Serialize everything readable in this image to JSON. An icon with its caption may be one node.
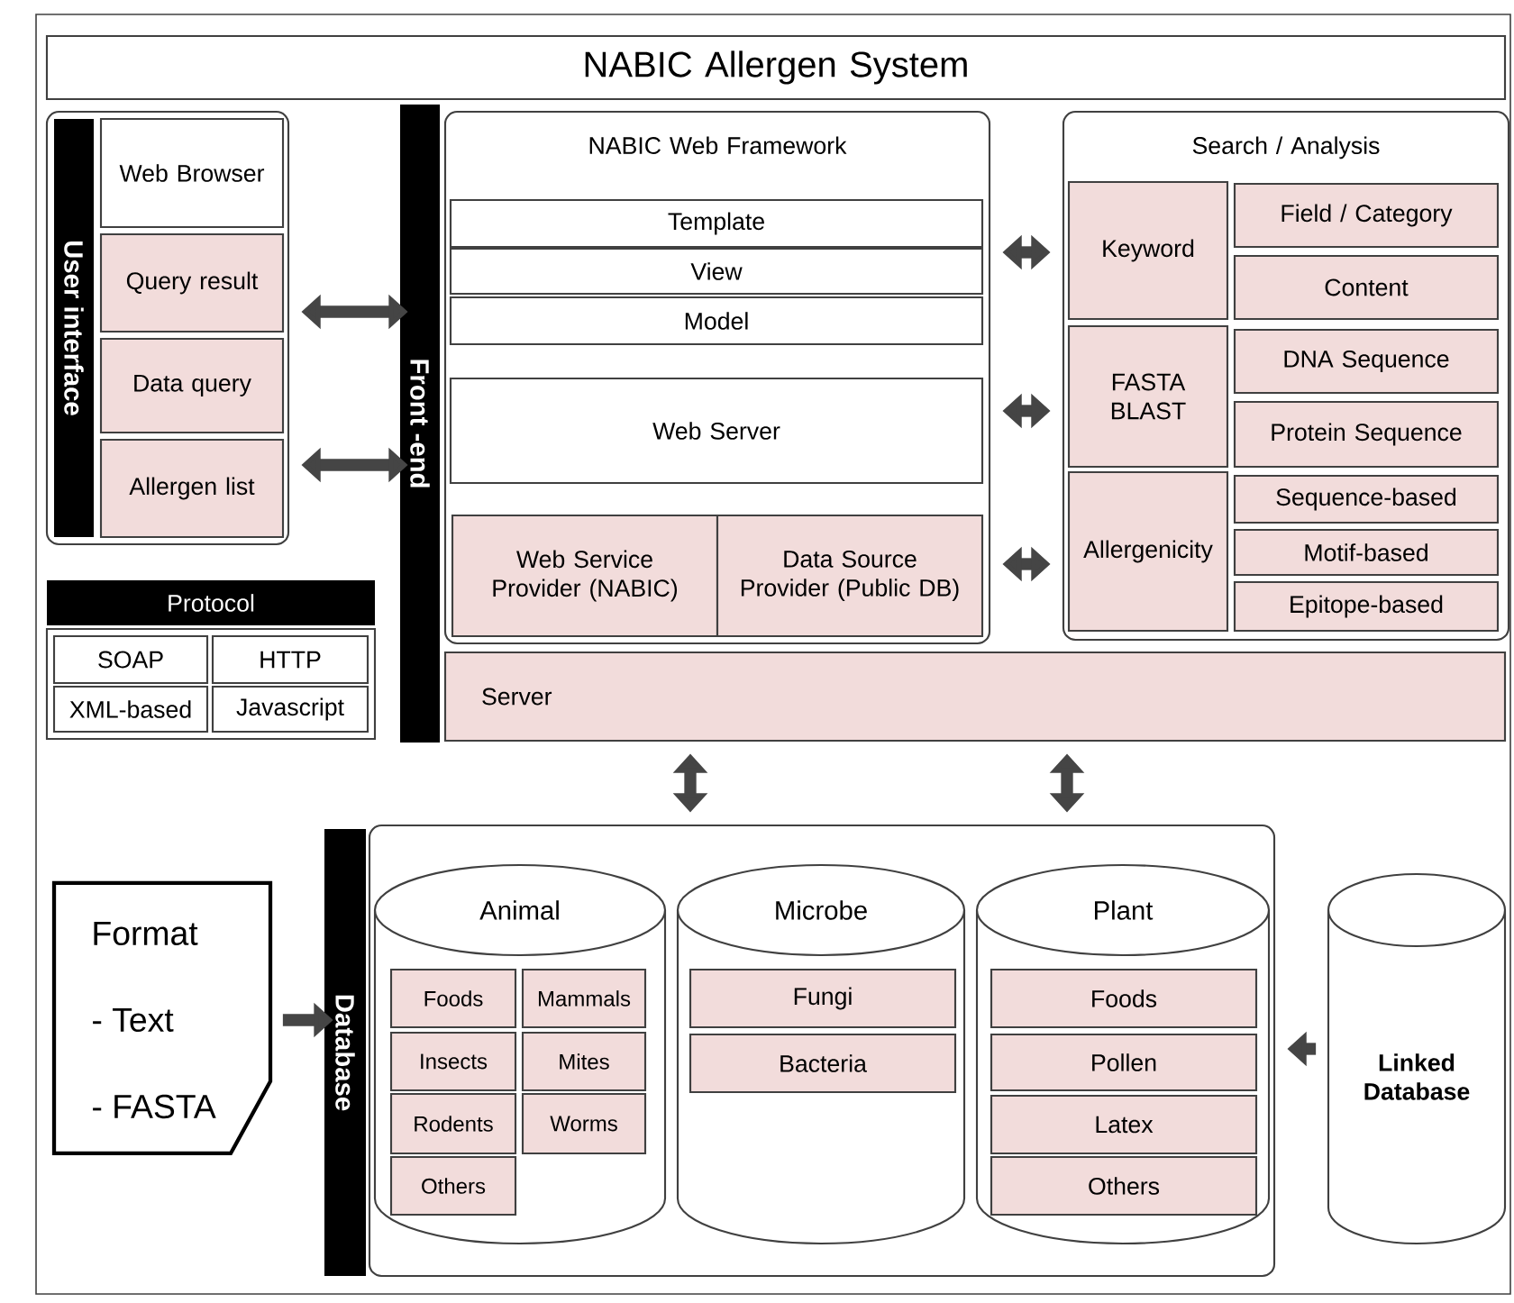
{
  "diagram": {
    "nodes": [
      {
        "text": [
          "NABIC Allergen System"
        ]
      },
      {
        "text": [],
        "shape": "box"
      },
      {
        "text": [
          "Web Browser"
        ],
        "in": 1
      },
      {
        "text": [
          "Query result"
        ],
        "in": 1
      },
      {
        "text": [
          "Data query"
        ],
        "in": 1
      },
      {
        "text": [
          "Allergen list"
        ],
        "in": 1
      },
      {
        "text": [
          "Protocol"
        ]
      },
      {
        "text": [
          "SOAP"
        ],
        "in": 6
      },
      {
        "text": [
          "HTTP"
        ],
        "in": 6
      },
      {
        "text": [
          "XML-based"
        ],
        "in": 6
      },
      {
        "text": [
          "Javascript"
        ],
        "in": 6
      },
      {
        "text": [
          "Front -end"
        ]
      },
      {
        "text": [
          "NABIC Web Framework"
        ]
      },
      {
        "text": [
          "Template"
        ],
        "in": 12
      },
      {
        "text": [
          "View"
        ],
        "in": 12
      },
      {
        "text": [
          "Model"
        ],
        "in": 12
      },
      {
        "text": [
          "Web Server"
        ],
        "in": 12
      },
      {
        "text": [
          "Web Service Provider (NABIC)"
        ],
        "in": 12
      },
      {
        "text": [
          "Data Source Provider (Public DB)"
        ],
        "in": 12
      },
      {
        "text": [
          "Search / Analysis"
        ]
      },
      {
        "text": [
          "Keyword"
        ],
        "in": 19
      },
      {
        "text": [
          "Field / Category"
        ],
        "in": 19
      },
      {
        "text": [
          "Content"
        ],
        "in": 19
      },
      {
        "text": [
          "FASTA BLAST"
        ],
        "in": 19
      },
      {
        "text": [
          "DNA Sequence"
        ],
        "in": 19
      },
      {
        "text": [
          "Protein Sequence"
        ],
        "in": 19
      },
      {
        "text": [
          "Allergenicity"
        ],
        "in": 19
      },
      {
        "text": [
          "Sequence-based"
        ],
        "in": 19
      },
      {
        "text": [
          "Motif-based"
        ],
        "in": 19
      },
      {
        "text": [
          "Epitope-based"
        ],
        "in": 19
      },
      {
        "text": [
          "Server"
        ]
      },
      {
        "text": [
          "Database"
        ]
      },
      {
        "text": [],
        "shape": "box"
      },
      {
        "text": [
          "Animal"
        ],
        "in": 32
      },
      {
        "text": [
          "Foods"
        ],
        "in": 33
      },
      {
        "text": [
          "Mammals"
        ],
        "in": 33
      },
      {
        "text": [
          "Insects"
        ],
        "in": 33
      },
      {
        "text": [
          "Mites"
        ],
        "in": 33
      },
      {
        "text": [
          "Rodents"
        ],
        "in": 33
      },
      {
        "text": [
          "Worms"
        ],
        "in": 33
      },
      {
        "text": [
          "Others"
        ],
        "in": 33
      },
      {
        "text": [
          "Microbe"
        ],
        "in": 32
      },
      {
        "text": [
          "Fungi"
        ],
        "in": 41
      },
      {
        "text": [
          "Bacteria"
        ],
        "in": 41
      },
      {
        "text": [
          "Plant"
        ],
        "in": 32
      },
      {
        "text": [
          "Foods"
        ],
        "in": 44
      },
      {
        "text": [
          "Pollen"
        ],
        "in": 44
      },
      {
        "text": [
          "Latex"
        ],
        "in": 44
      },
      {
        "text": [
          "Others"
        ],
        "in": 44
      },
      {
        "text": [
          "Format",
          "- Text",
          "- FASTA"
        ]
      },
      {
        "text": [
          "Linked Database"
        ]
      },
      {
        "text": [
          "User interface"
        ],
        "in": 1
      }
    ],
    "edges": [
      {
        "from": 1,
        "to": 11,
        "arrow": "both"
      },
      {
        "from": 1,
        "to": 11,
        "arrow": "both"
      },
      {
        "from": 12,
        "to": 19,
        "arrow": "both"
      },
      {
        "from": 12,
        "to": 19,
        "arrow": "both"
      },
      {
        "from": 12,
        "to": 19,
        "arrow": "both"
      },
      {
        "from": 30,
        "to": 32,
        "arrow": "both"
      },
      {
        "from": 30,
        "to": 32,
        "arrow": "both"
      },
      {
        "from": 49,
        "to": 31,
        "arrow": "to"
      },
      {
        "from": 50,
        "to": 32,
        "arrow": "to"
      }
    ]
  }
}
